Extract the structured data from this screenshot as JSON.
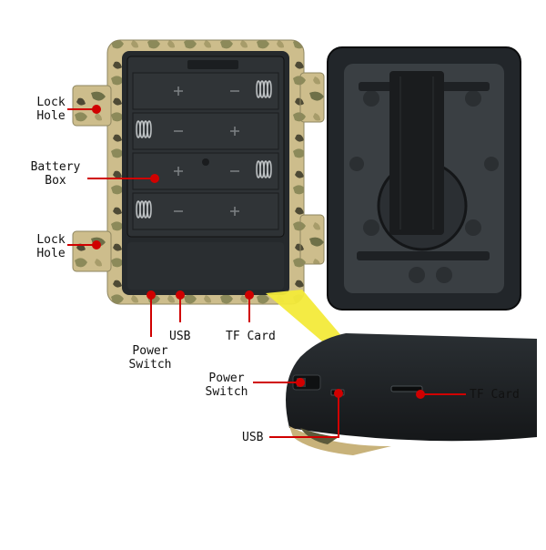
{
  "labels": {
    "lock_hole_top": "Lock\nHole",
    "battery_box": "Battery\nBox",
    "lock_hole_bottom": "Lock\nHole",
    "usb_main": "USB",
    "tf_card_main": "TF Card",
    "power_switch_main": "Power\nSwitch",
    "power_switch_zoom": "Power\nSwitch",
    "usb_zoom": "USB",
    "tf_card_zoom": "TF Card"
  },
  "colors": {
    "annotation": "#d00000",
    "callout_arrow": "#f3ea3a",
    "case_dark": "#1f2326",
    "camo_base": "#c9b98a"
  },
  "battery": {
    "rows": 4
  }
}
